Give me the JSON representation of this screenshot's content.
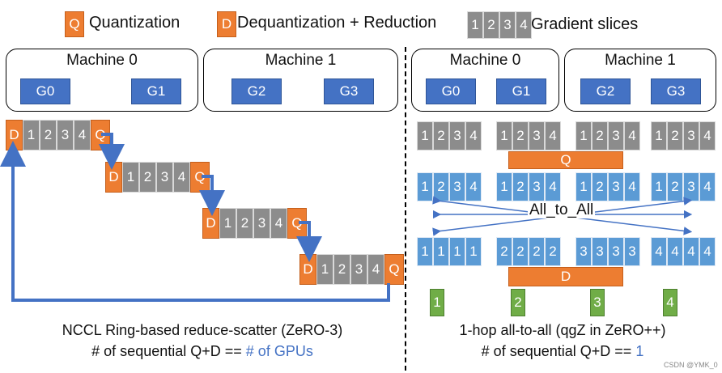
{
  "legend": {
    "q_letter": "Q",
    "q_label": "Quantization",
    "d_letter": "D",
    "d_label": "Dequantization + Reduction",
    "slices": [
      "1",
      "2",
      "3",
      "4"
    ],
    "slices_label": "Gradient slices"
  },
  "left": {
    "machines": [
      {
        "name": "Machine 0",
        "gpus": [
          "G0",
          "G1"
        ]
      },
      {
        "name": "Machine 1",
        "gpus": [
          "G2",
          "G3"
        ]
      }
    ],
    "ring_slices": [
      "1",
      "2",
      "3",
      "4"
    ],
    "d_letter": "D",
    "q_letter": "Q",
    "caption_line1": "NCCL Ring-based reduce-scatter (ZeRO-3)",
    "caption_line2_prefix": "# of sequential Q+D == ",
    "caption_line2_highlight": "# of GPUs"
  },
  "right": {
    "machines": [
      {
        "name": "Machine 0",
        "gpus": [
          "G0",
          "G1"
        ]
      },
      {
        "name": "Machine 1",
        "gpus": [
          "G2",
          "G3"
        ]
      }
    ],
    "gray_slices": [
      "1",
      "2",
      "3",
      "4"
    ],
    "q_bar": "Q",
    "blue_slices": [
      "1",
      "2",
      "3",
      "4"
    ],
    "all_to_all": "All_to_All",
    "gathered": [
      [
        "1",
        "1",
        "1",
        "1"
      ],
      [
        "2",
        "2",
        "2",
        "2"
      ],
      [
        "3",
        "3",
        "3",
        "3"
      ],
      [
        "4",
        "4",
        "4",
        "4"
      ]
    ],
    "d_bar": "D",
    "outputs": [
      "1",
      "2",
      "3",
      "4"
    ],
    "caption_line1": "1-hop all-to-all (qgZ in ZeRO++)",
    "caption_line2_prefix": "# of sequential Q+D == ",
    "caption_line2_highlight": "1"
  },
  "watermark": "CSDN @YMK_0"
}
